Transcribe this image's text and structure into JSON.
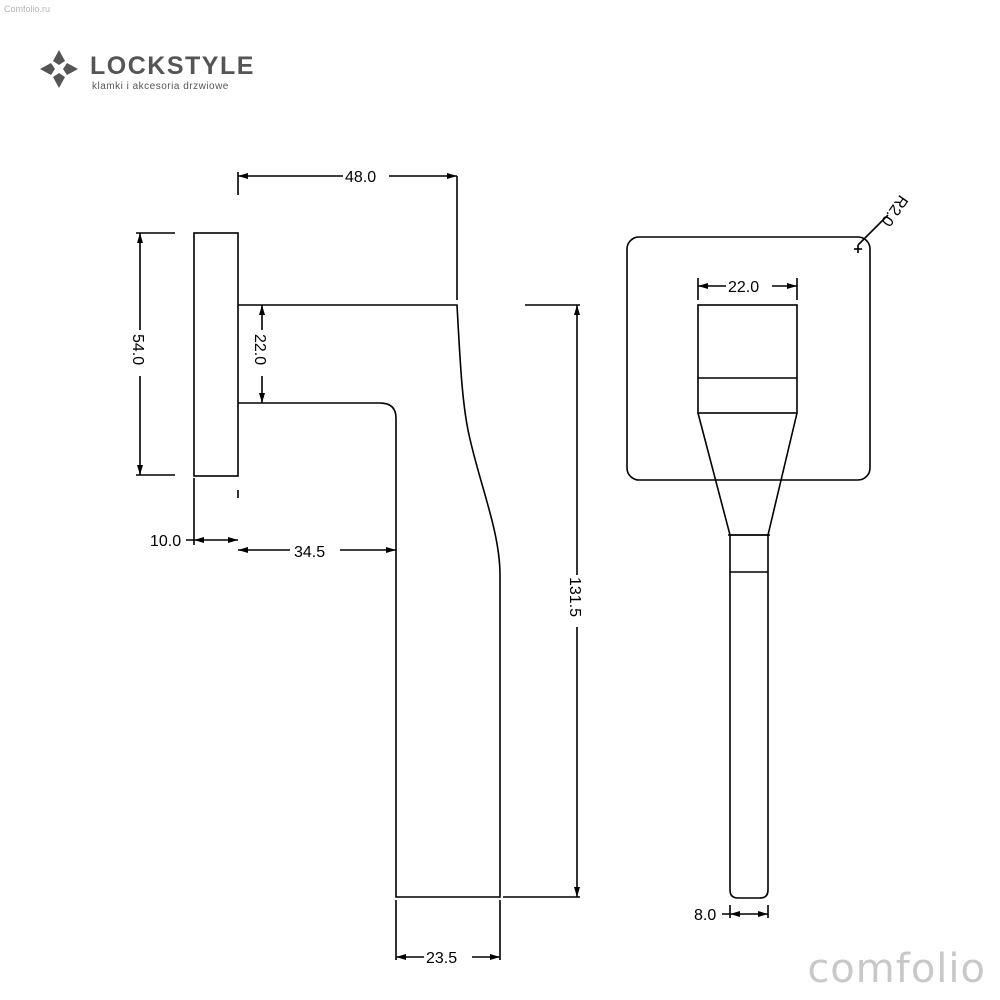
{
  "watermark_top": "Comfolio.ru",
  "logo": {
    "title": "LOCKSTYLE",
    "subtitle": "klamki i akcesoria drzwiowe"
  },
  "dimensions": {
    "handle_length": "48.0",
    "rose_height": "54.0",
    "neck_height": "22.0",
    "rose_thickness": "10.0",
    "inner_offset": "34.5",
    "lever_height": "131.5",
    "lever_tip_width": "23.5",
    "front_top_width": "22.0",
    "corner_radius": "R2.0",
    "front_tip_width": "8.0"
  },
  "watermark_bottom": "comfolio",
  "colors": {
    "line": "#000000",
    "logo": "#555555",
    "watermark": "#c8c8c8"
  }
}
